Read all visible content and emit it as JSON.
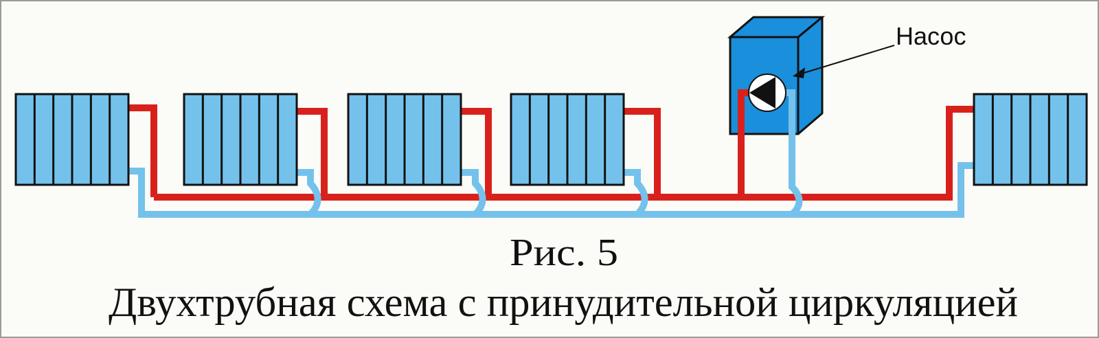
{
  "diagram": {
    "pump_label": "Насос",
    "figure_number": "Рис. 5",
    "caption": "Двухтрубная схема с принудительной циркуляцией",
    "radiator_count": 5,
    "sections_per_radiator": 6
  },
  "colors": {
    "supply_pipe": "#d9211c",
    "return_pipe": "#74c2ec",
    "radiator_fill": "#74c2ec",
    "pump_body": "#1a8fdc",
    "outline": "#111111",
    "background": "#fbfbf7"
  }
}
